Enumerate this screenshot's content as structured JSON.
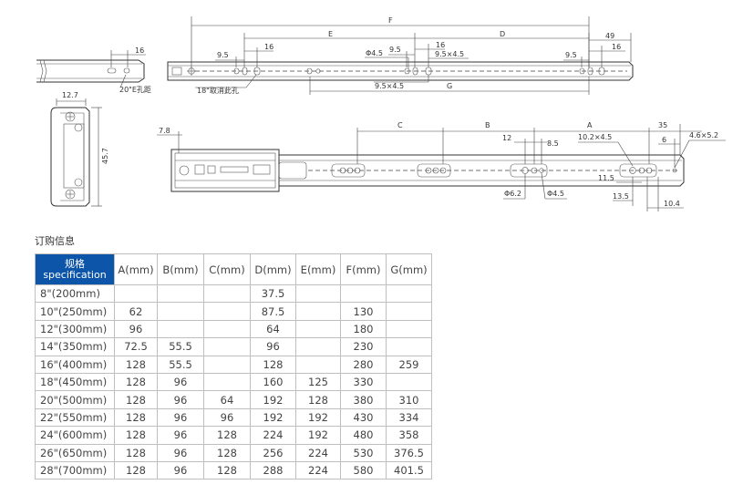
{
  "drawing": {
    "top_labels": {
      "F": "F",
      "E": "E",
      "D": "D",
      "G": "G",
      "d49": "49",
      "d16_left": "16",
      "d16_a": "16",
      "d16_b": "16",
      "d16_c": "16",
      "d9_5_a": "9.5",
      "d9_5_b": "9.5",
      "d9_5_c": "9.5",
      "phi4_5": "Φ4.5",
      "slot_9_5x4_5_top": "9.5×4.5",
      "slot_9_5x4_5_bottom": "9.5×4.5",
      "hole20_note": "20\"E孔距",
      "hole18_note": "18\"取消此孔"
    },
    "side_labels": {
      "w12_7": "12.7",
      "h45_7": "45.7"
    },
    "bottom_labels": {
      "A": "A",
      "B": "B",
      "C": "C",
      "d35": "35",
      "d6": "6",
      "d4_6x5_2": "4.6×5.2",
      "d12": "12",
      "d8_5": "8.5",
      "d10_2x4_5": "10.2×4.5",
      "d7_8": "7.8",
      "d11_5": "11.5",
      "d13_5": "13.5",
      "d10_4": "10.4",
      "phi6_2": "Φ6.2",
      "phi4_5": "Φ4.5"
    }
  },
  "ordering": {
    "title": "订购信息",
    "header_first_line1": "规格",
    "header_first_line2": "specification",
    "columns": [
      "A(mm)",
      "B(mm)",
      "C(mm)",
      "D(mm)",
      "E(mm)",
      "F(mm)",
      "G(mm)"
    ],
    "rows": [
      [
        "8\"(200mm)",
        "",
        "",
        "",
        "37.5",
        "",
        "",
        ""
      ],
      [
        "10\"(250mm)",
        "62",
        "",
        "",
        "87.5",
        "",
        "130",
        ""
      ],
      [
        "12\"(300mm)",
        "96",
        "",
        "",
        "64",
        "",
        "180",
        ""
      ],
      [
        "14\"(350mm)",
        "72.5",
        "55.5",
        "",
        "96",
        "",
        "230",
        ""
      ],
      [
        "16\"(400mm)",
        "128",
        "55.5",
        "",
        "128",
        "",
        "280",
        "259"
      ],
      [
        "18\"(450mm)",
        "128",
        "96",
        "",
        "160",
        "125",
        "330",
        ""
      ],
      [
        "20\"(500mm)",
        "128",
        "96",
        "64",
        "192",
        "128",
        "380",
        "310"
      ],
      [
        "22\"(550mm)",
        "128",
        "96",
        "96",
        "192",
        "192",
        "430",
        "334"
      ],
      [
        "24\"(600mm)",
        "128",
        "96",
        "128",
        "224",
        "192",
        "480",
        "358"
      ],
      [
        "26\"(650mm)",
        "128",
        "96",
        "128",
        "256",
        "224",
        "530",
        "376.5"
      ],
      [
        "28\"(700mm)",
        "128",
        "96",
        "128",
        "288",
        "224",
        "580",
        "401.5"
      ]
    ]
  }
}
